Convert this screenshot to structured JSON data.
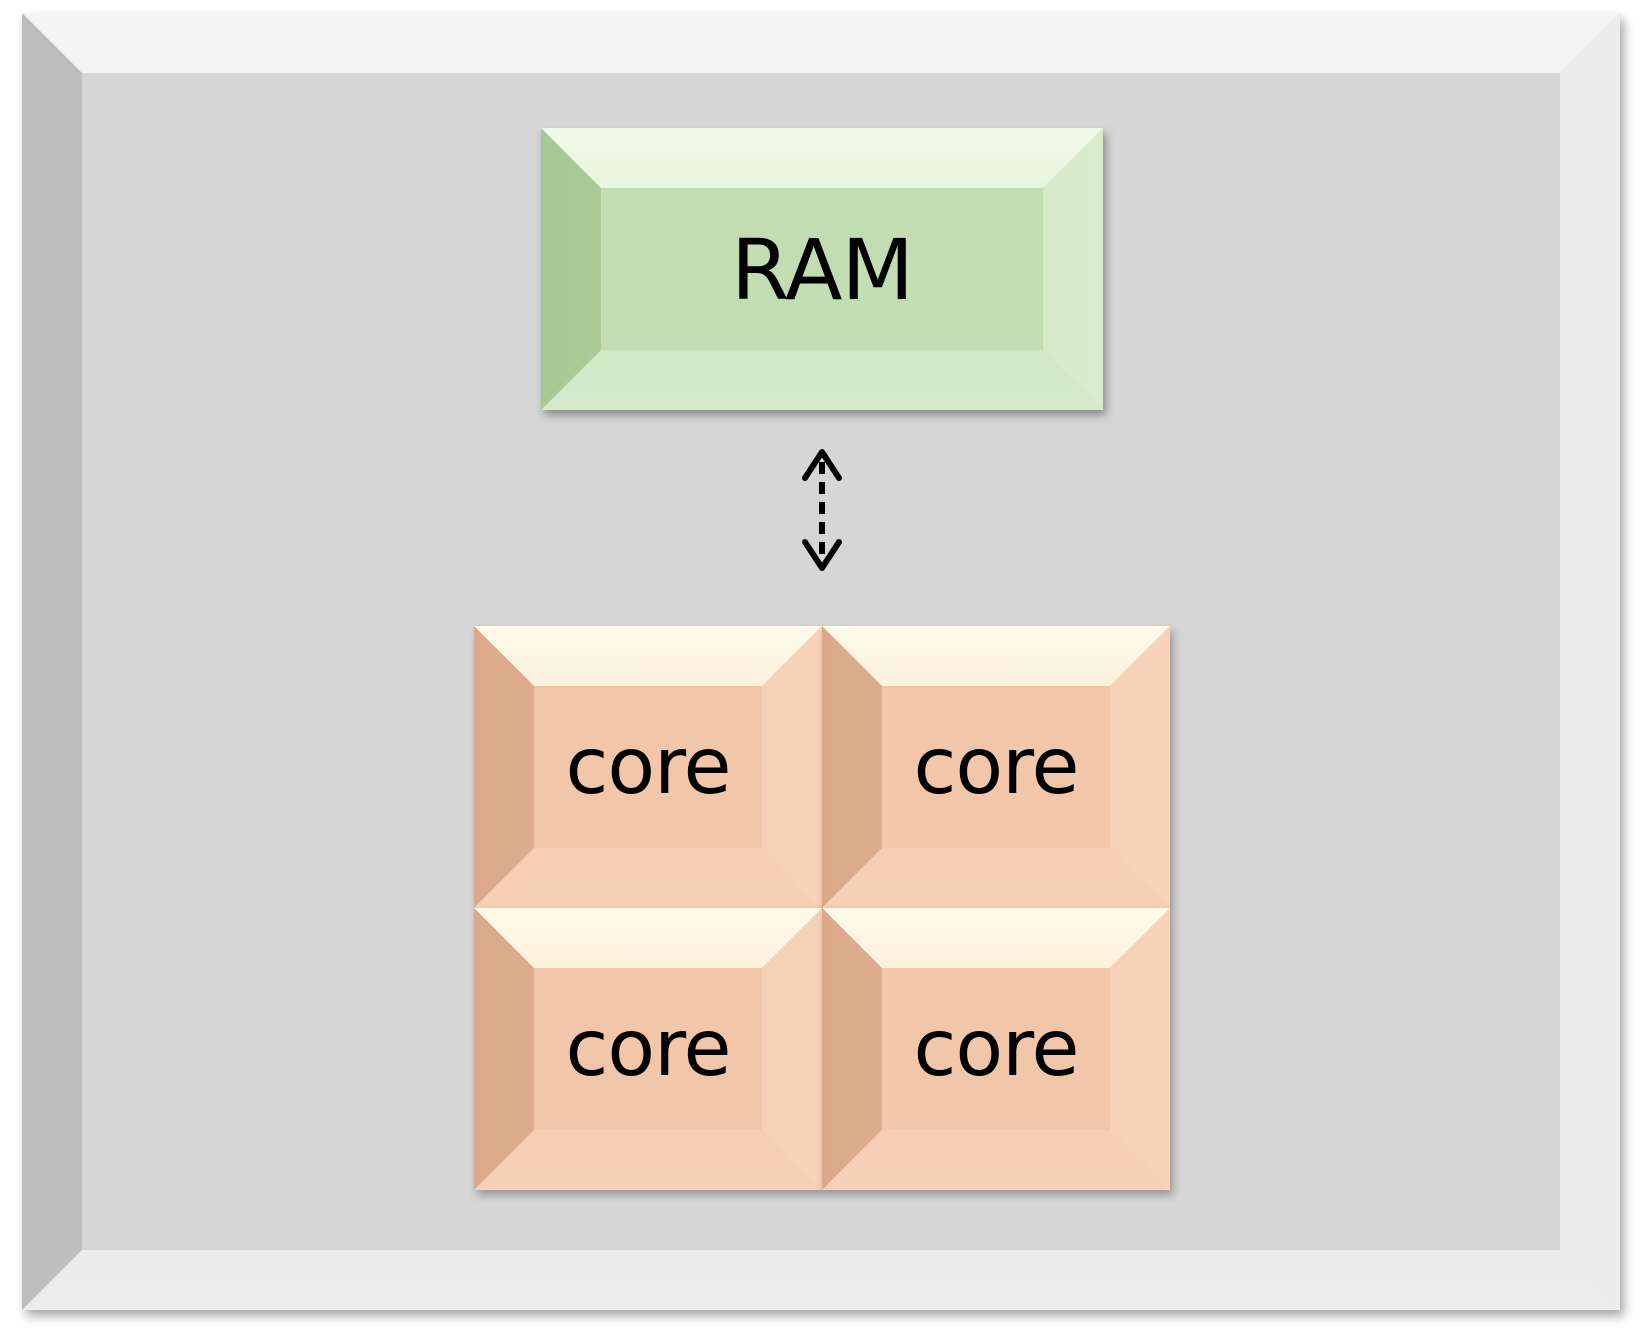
{
  "diagram": {
    "memory": {
      "label": "RAM",
      "color": "#c3ddb3"
    },
    "connector": {
      "style": "dashed",
      "direction": "bidirectional"
    },
    "cores": [
      {
        "label": "core"
      },
      {
        "label": "core"
      },
      {
        "label": "core"
      },
      {
        "label": "core"
      }
    ],
    "colors": {
      "panel": "#d6d6d6",
      "core": "#f2c6a9"
    }
  }
}
